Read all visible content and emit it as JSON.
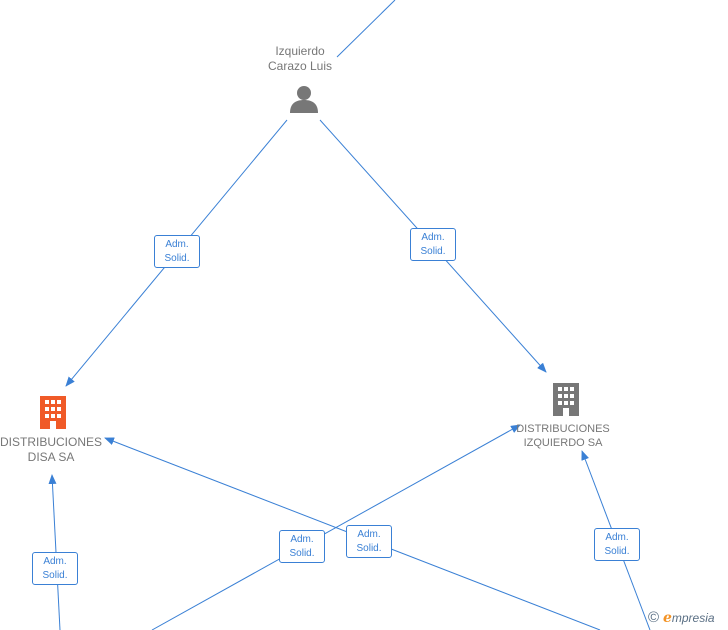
{
  "nodes": {
    "person": {
      "line1": "Izquierdo",
      "line2": "Carazo Luis",
      "icon": "person-icon"
    },
    "disa": {
      "line1": "DISTRIBUCIONES",
      "line2": "DISA SA",
      "icon": "building-icon",
      "color": "#f05a28"
    },
    "izquierdo": {
      "line1": "DISTRIBUCIONES",
      "line2": "IZQUIERDO SA",
      "icon": "building-icon",
      "color": "#777777"
    }
  },
  "relations": [
    {
      "line1": "Adm.",
      "line2": "Solid."
    },
    {
      "line1": "Adm.",
      "line2": "Solid."
    },
    {
      "line1": "Adm.",
      "line2": "Solid."
    },
    {
      "line1": "Adm.",
      "line2": "Solid."
    },
    {
      "line1": "Adm.",
      "line2": "Solid."
    },
    {
      "line1": "Adm.",
      "line2": "Solid."
    }
  ],
  "colors": {
    "edge": "#3a80d5",
    "icon_gray": "#777777",
    "icon_orange": "#f05a28"
  },
  "brand": {
    "copyright": "©",
    "initial": "e",
    "rest": "mpresia"
  }
}
